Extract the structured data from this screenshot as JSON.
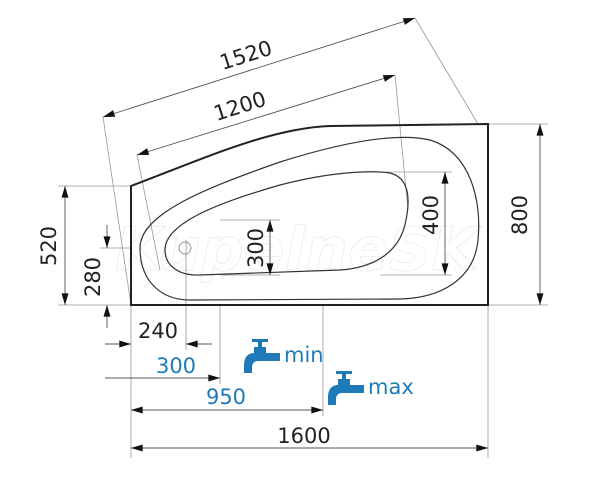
{
  "title": "Corner bathtub dimension drawing",
  "watermark": "KupelneSK",
  "dimensions": {
    "diagonal_outer": "1520",
    "diagonal_inner": "1200",
    "height_right": "800",
    "height_left": "520",
    "drain_offset_y": "280",
    "basin_width": "400",
    "basin_narrow_width": "300",
    "drain_offset_x": "240",
    "tap_min_offset": "300",
    "tap_max_offset": "950",
    "total_length": "1600"
  },
  "taps": {
    "min_label": "min",
    "max_label": "max"
  },
  "colors": {
    "accent": "#1e7bb8",
    "lines": "#222222"
  }
}
